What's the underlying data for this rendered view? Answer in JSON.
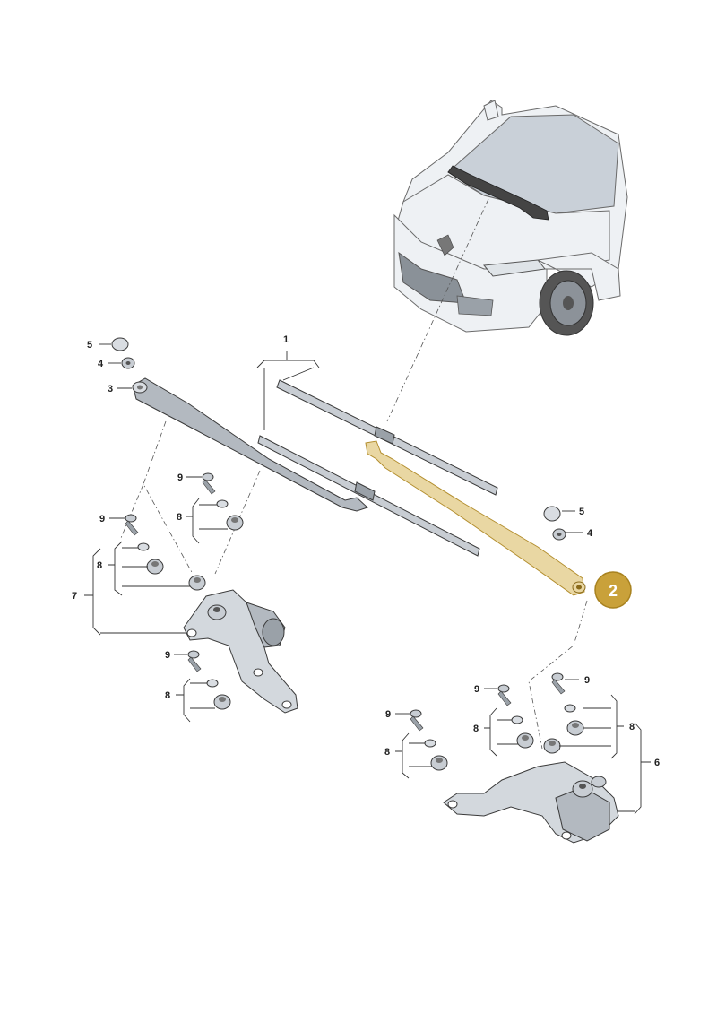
{
  "diagram": {
    "callouts": [
      {
        "id": "c1",
        "label": "1"
      },
      {
        "id": "c3",
        "label": "3"
      },
      {
        "id": "c4a",
        "label": "4"
      },
      {
        "id": "c5a",
        "label": "5"
      },
      {
        "id": "c4b",
        "label": "4"
      },
      {
        "id": "c5b",
        "label": "5"
      },
      {
        "id": "c6",
        "label": "6"
      },
      {
        "id": "c7",
        "label": "7"
      },
      {
        "id": "c8a",
        "label": "8"
      },
      {
        "id": "c8b",
        "label": "8"
      },
      {
        "id": "c8c",
        "label": "8"
      },
      {
        "id": "c8d",
        "label": "8"
      },
      {
        "id": "c8e",
        "label": "8"
      },
      {
        "id": "c8f",
        "label": "8"
      },
      {
        "id": "c9a",
        "label": "9"
      },
      {
        "id": "c9b",
        "label": "9"
      },
      {
        "id": "c9c",
        "label": "9"
      },
      {
        "id": "c9d",
        "label": "9"
      },
      {
        "id": "c9e",
        "label": "9"
      },
      {
        "id": "c9f",
        "label": "9"
      }
    ],
    "highlight": {
      "label": "2",
      "color": "#c9a13a"
    },
    "colors": {
      "part_fill": "#d9dde2",
      "part_dark": "#a9afb6",
      "highlight_fill": "#e9d7a3"
    }
  }
}
